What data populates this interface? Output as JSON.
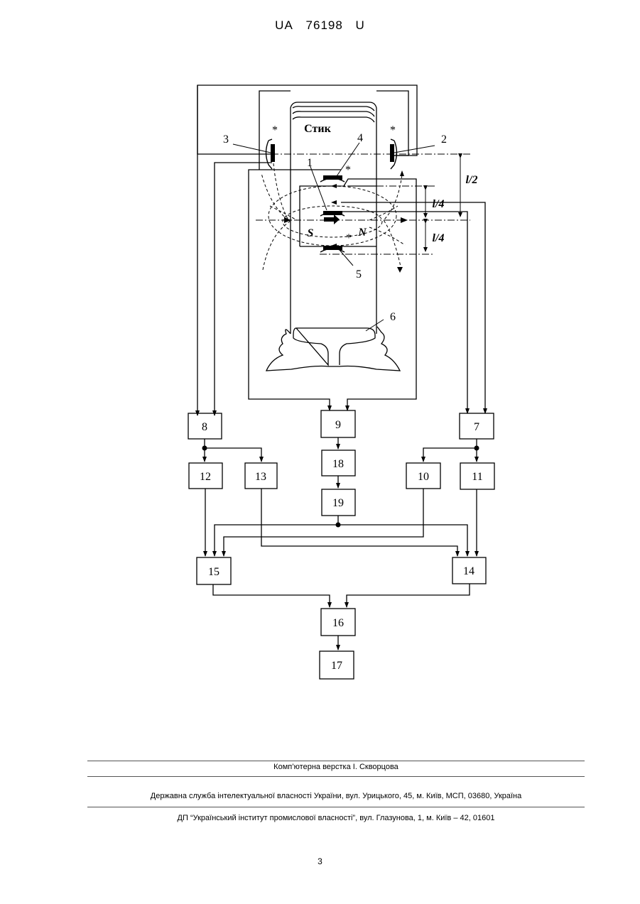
{
  "header": {
    "office": "UA",
    "number": "76198",
    "kind": "U"
  },
  "figure": {
    "joint_label": "Стик",
    "pole_s": "S",
    "pole_n": "N",
    "star": "*",
    "dim_half": "l/2",
    "dim_quarter": "l/4",
    "callouts": {
      "c1": "1",
      "c2": "2",
      "c3": "3",
      "c4": "4",
      "c5": "5",
      "c6": "6"
    },
    "blocks": {
      "b7": "7",
      "b8": "8",
      "b9": "9",
      "b10": "10",
      "b11": "11",
      "b12": "12",
      "b13": "13",
      "b14": "14",
      "b15": "15",
      "b16": "16",
      "b17": "17",
      "b18": "18",
      "b19": "19"
    }
  },
  "footer": {
    "layout_credit": "Комп’ютерна верстка І. Скворцова",
    "service": "Державна служба інтелектуальної власності України, вул. Урицького, 45, м. Київ, МСП, 03680, Україна",
    "institute": "ДП “Український інститут промислової власності”, вул. Глазунова, 1, м. Київ – 42, 01601"
  },
  "page_number": "3"
}
